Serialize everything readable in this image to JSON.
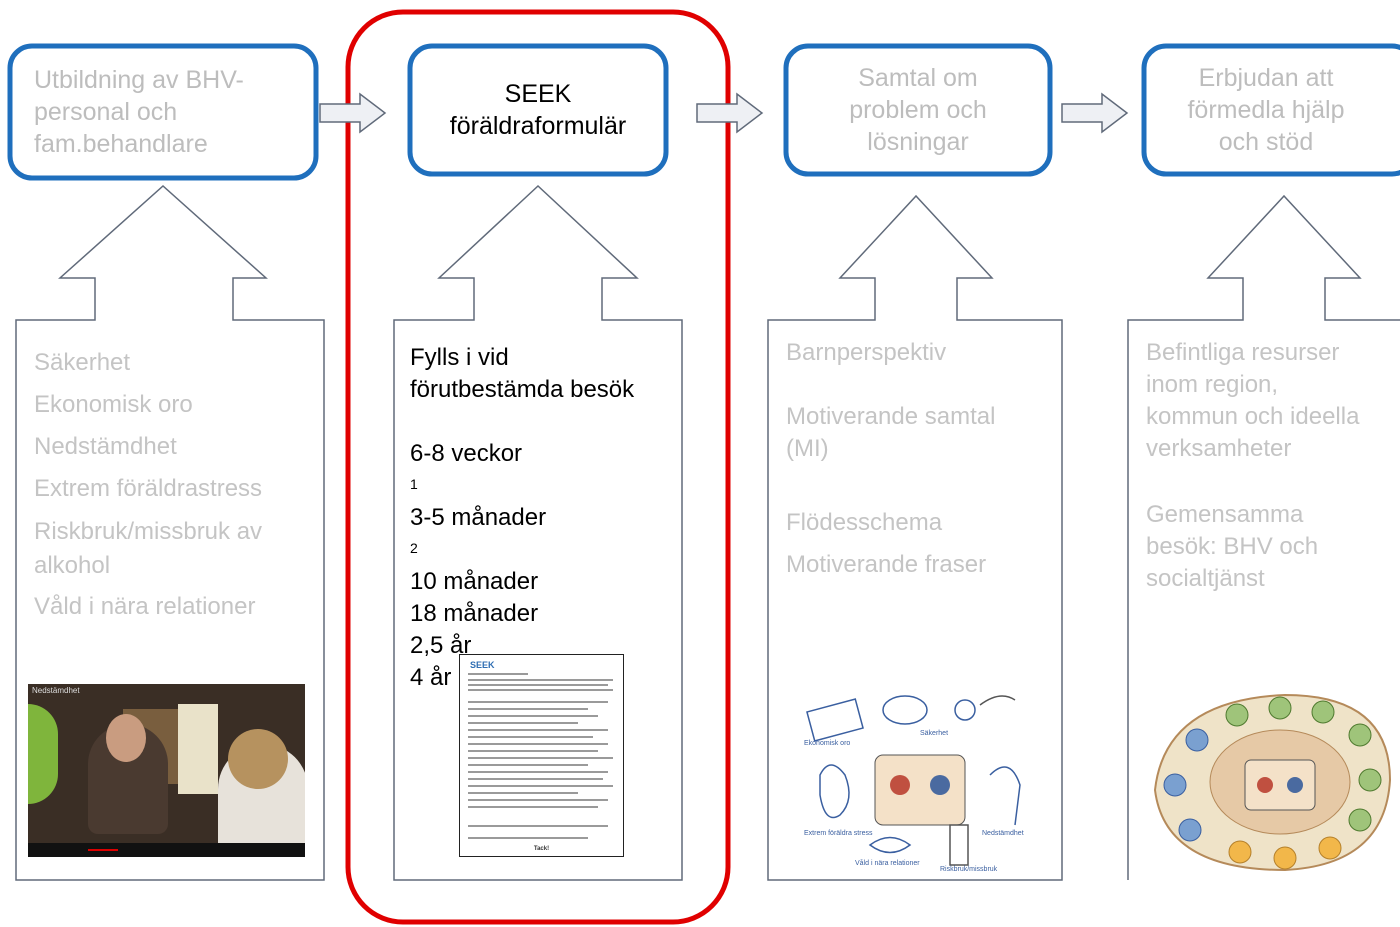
{
  "steps": [
    {
      "label_lines": [
        "Utbildning av BHV-",
        "personal och",
        "fam.behandlare"
      ],
      "active": false
    },
    {
      "label_lines": [
        "SEEK",
        "föräldraformulär"
      ],
      "active": true
    },
    {
      "label_lines": [
        "Samtal om",
        "problem och",
        "lösningar"
      ],
      "active": false
    },
    {
      "label_lines": [
        "Erbjudan att",
        "förmedla hjälp",
        "och stöd"
      ],
      "active": false
    }
  ],
  "panels": {
    "training": {
      "items": [
        "Säkerhet",
        "Ekonomisk oro",
        "Nedstämdhet",
        "Extrem föräldrastress",
        "Riskbruk/missbruk av",
        "alkohol",
        "Våld i nära relationer"
      ],
      "video_title": "Nedstämdhet"
    },
    "form": {
      "heading": [
        "Fylls i vid",
        "förutbestämda besök"
      ],
      "visits": [
        {
          "text": "6-8 veckor",
          "sup": "1"
        },
        {
          "text": "3-5 månader",
          "sup": "2"
        },
        {
          "text": "10 månader",
          "sup": ""
        },
        {
          "text": "18 månader",
          "sup": ""
        },
        {
          "text": "2,5 år",
          "sup": ""
        },
        {
          "text": "4 år",
          "sup": ""
        }
      ],
      "form_logo": "SEEK",
      "form_end": "Tack!"
    },
    "conversation": {
      "items": [
        "Barnperspektiv",
        "Motiverande samtal",
        "(MI)",
        "Flödesschema",
        "Motiverande fraser"
      ],
      "illustration_labels": [
        "Ekonomisk oro",
        "Säkerhet",
        "Extrem föräldra stress",
        "Nedstämdhet",
        "Våld i nära relationer",
        "Riskbruk/missbruk"
      ]
    },
    "support": {
      "items": [
        "Befintliga resurser",
        "inom region,",
        "kommun och ideella",
        "verksamheter",
        "Gemensamma",
        "besök: BHV och",
        "socialtjänst"
      ]
    }
  },
  "colors": {
    "box_border": "#1f6fbd",
    "highlight": "#e00000",
    "outline": "#606a7a",
    "muted_text": "#c0c0c0"
  }
}
